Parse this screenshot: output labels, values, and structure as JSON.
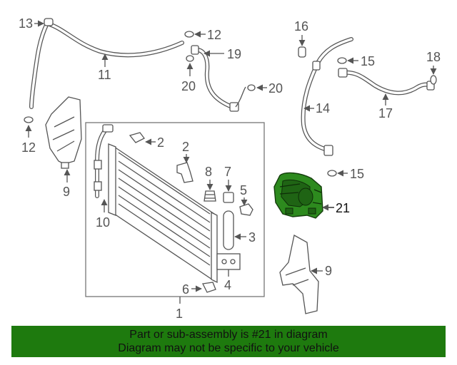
{
  "callouts": {
    "c13": "13",
    "c12a": "12",
    "c12b": "12",
    "c19": "19",
    "c11": "11",
    "c20a": "20",
    "c20b": "20",
    "c16": "16",
    "c15a": "15",
    "c15b": "15",
    "c18": "18",
    "c14": "14",
    "c17": "17",
    "c2a": "2",
    "c2b": "2",
    "c8": "8",
    "c7": "7",
    "c5": "5",
    "c3": "3",
    "c4": "4",
    "c6": "6",
    "c1": "1",
    "c9a": "9",
    "c9b": "9",
    "c10": "10",
    "c21": "21"
  },
  "banner": {
    "line1": "Part or sub-assembly is #21 in diagram",
    "line2": "Diagram may not be specific to your vehicle"
  },
  "colors": {
    "highlight": "#2d8a1e",
    "banner_bg": "#1e7a0e",
    "line": "#555555"
  }
}
